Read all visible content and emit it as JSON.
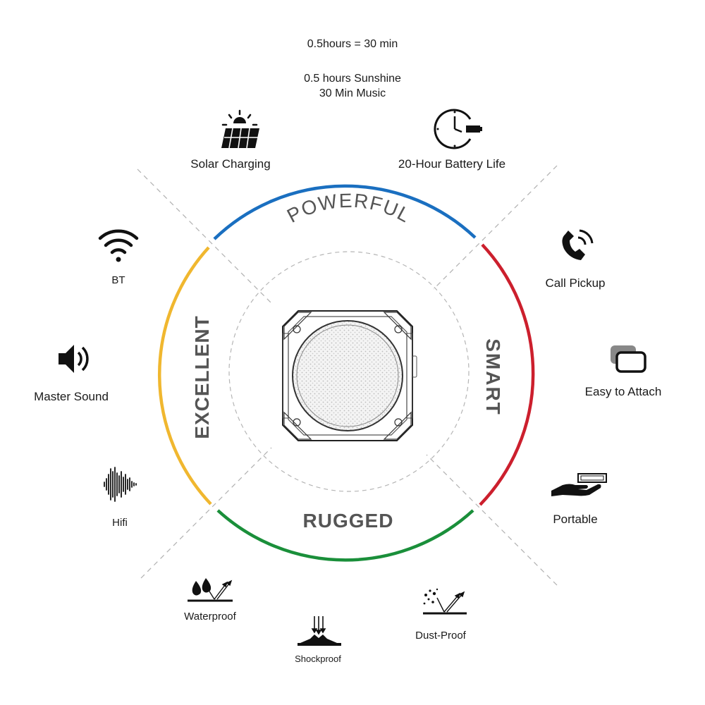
{
  "notes": {
    "line1": "0.5hours = 30 min",
    "line2": "0.5 hours Sunshine",
    "line3": "30 Min Music"
  },
  "ring": {
    "powerful": "POWERFUL",
    "smart": "SMART",
    "rugged": "RUGGED",
    "excellent": "EXCELLENT"
  },
  "colors": {
    "powerful": "#1a6fc0",
    "smart": "#cc1f2d",
    "rugged": "#1a8f3a",
    "excellent": "#f0b72f",
    "ring_text": "#555555"
  },
  "features": {
    "solar": {
      "label": "Solar Charging",
      "icon": "solar-panel-icon"
    },
    "battery": {
      "label": "20-Hour Battery Life",
      "icon": "clock-battery-icon"
    },
    "call": {
      "label": "Call Pickup",
      "icon": "phone-call-icon"
    },
    "attach": {
      "label": "Easy to Attach",
      "icon": "attach-icon"
    },
    "portable": {
      "label": "Portable",
      "icon": "hand-device-icon"
    },
    "dust": {
      "label": "Dust-Proof",
      "icon": "dust-proof-icon"
    },
    "shock": {
      "label": "Shockproof",
      "icon": "shockproof-icon"
    },
    "water": {
      "label": "Waterproof",
      "icon": "waterproof-icon"
    },
    "hifi": {
      "label": "Hifi",
      "icon": "sound-wave-icon"
    },
    "sound": {
      "label": "Master Sound",
      "icon": "speaker-icon"
    },
    "bt": {
      "label": "BT",
      "icon": "wifi-signal-icon"
    }
  }
}
